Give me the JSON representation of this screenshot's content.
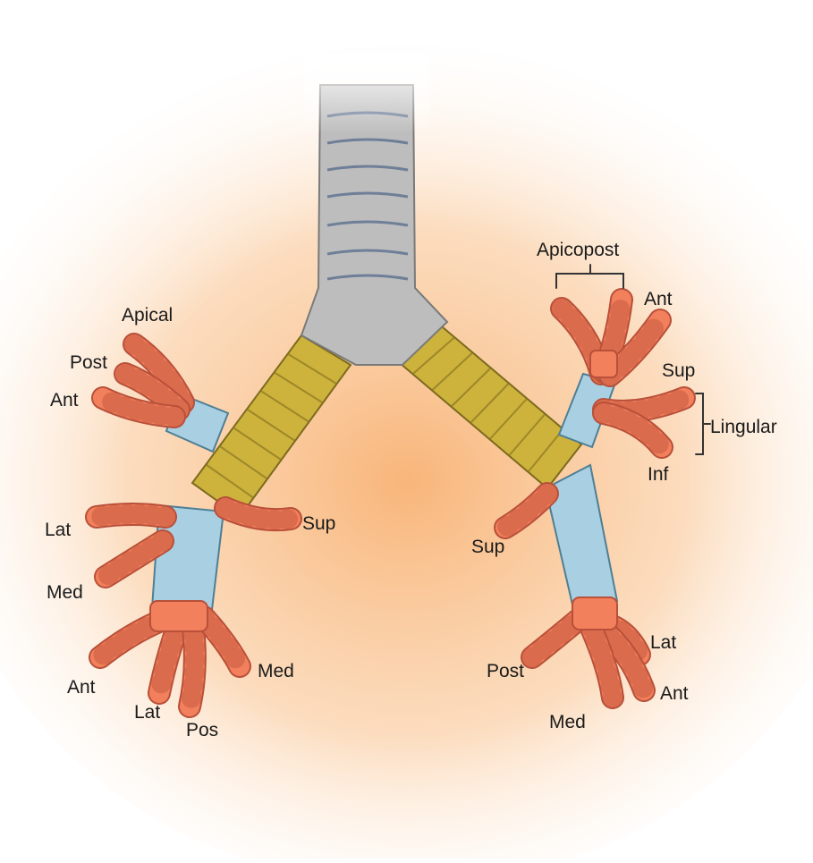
{
  "labels": {
    "right_upper": {
      "apical": "Apical",
      "post": "Post",
      "ant": "Ant"
    },
    "right_middle": {
      "lat": "Lat",
      "med": "Med"
    },
    "right_lower": {
      "sup": "Sup",
      "ant": "Ant",
      "lat": "Lat",
      "pos": "Pos",
      "med": "Med"
    },
    "left_upper": {
      "apicopost": "Apicopost",
      "ant": "Ant"
    },
    "lingula": {
      "sup": "Sup",
      "inf": "Inf",
      "group": "Lingular"
    },
    "left_lower": {
      "sup": "Sup",
      "post": "Post",
      "lat": "Lat",
      "ant": "Ant",
      "med": "Med"
    }
  },
  "colors": {
    "background_glow": "#f7a862",
    "trachea": "#bdbdbd",
    "main_bronchus": "#cdb23c",
    "lobar_bronchus": "#a9cfe2",
    "segmental_bronchus": "#f2805c"
  }
}
